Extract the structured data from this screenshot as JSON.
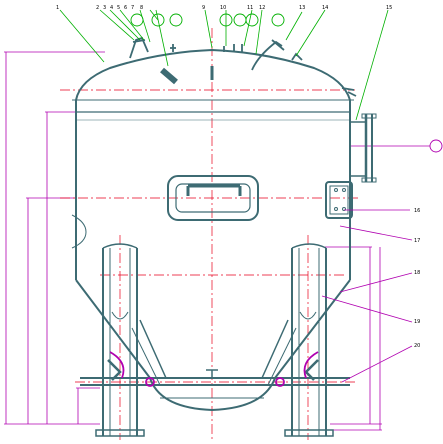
{
  "drawing": {
    "colors": {
      "body": "#3d6b73",
      "centerline": "#e8001c",
      "dimension": "#b000b0",
      "leader": "#00b000",
      "background": "#ffffff"
    },
    "callout_labels": [
      "1",
      "2",
      "3",
      "4",
      "5",
      "6",
      "7",
      "8",
      "9",
      "10",
      "11",
      "12",
      "13",
      "14",
      "15",
      "16",
      "17",
      "18",
      "19",
      "20"
    ]
  }
}
